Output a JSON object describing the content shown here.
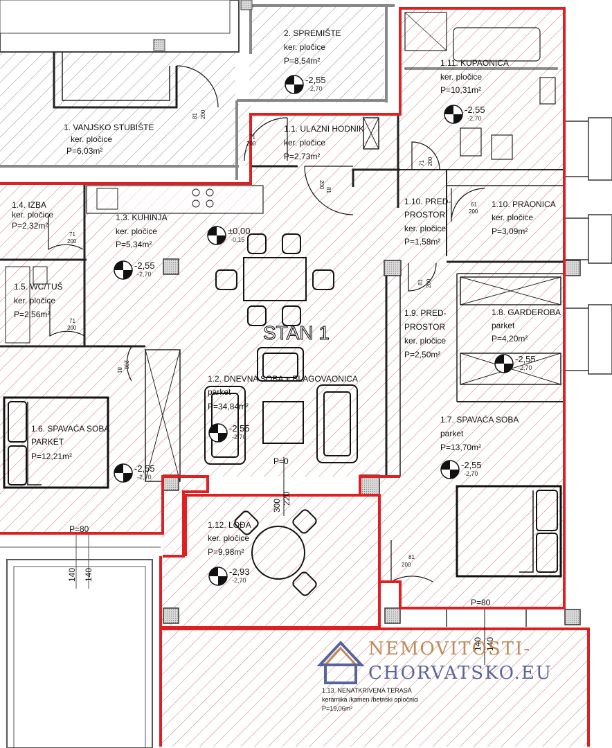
{
  "plan": {
    "apartment_title": "STAN 1",
    "watermark": {
      "line1": "NEMOVITOSTI-",
      "line2": "CHORVATSKO.EU",
      "color_top": "#b5773a",
      "color_bottom": "#3a4a8c"
    },
    "colors": {
      "boundary": "#e02020",
      "wall": "#222222",
      "hatch": "#c9766f"
    },
    "rooms": [
      {
        "id": "r1",
        "name": "1. VANJSKO STUBIŠTE",
        "material": "ker. pločice",
        "area": "P=6,03m²"
      },
      {
        "id": "r2",
        "name": "2. SPREMIŠTE",
        "material": "ker. pločice",
        "area": "P=8,54m²"
      },
      {
        "id": "r11",
        "name": "1.1. ULAZNI HODNIK",
        "material": "ker. pločice",
        "area": "P=2,73m²"
      },
      {
        "id": "r111",
        "name": "1.11. KUPAONICA",
        "material": "ker. pločice",
        "area": "P=10,31m²"
      },
      {
        "id": "r14",
        "name": "1.4. IZBA",
        "material": "ker. pločice",
        "area": "P=2,32m²"
      },
      {
        "id": "r13",
        "name": "1.3. KUHINJA",
        "material": "ker. pločice",
        "area": "P=5,34m²"
      },
      {
        "id": "r110a",
        "name_line1": "1.10. PRED-",
        "name_line2": "PROSTOR",
        "material": "ker. pločice",
        "area": "P=1,58m²"
      },
      {
        "id": "r110b",
        "name": "1.10. PRAONICA",
        "material": "ker. pločice",
        "area": "P=3,09m²"
      },
      {
        "id": "r15",
        "name": "1.5. WC/TUŠ",
        "material": "ker. pločice",
        "area": "P=2,56m²"
      },
      {
        "id": "r19",
        "name_line1": "1.9. PRED-",
        "name_line2": "PROSTOR",
        "material": "ker. pločice",
        "area": "P=2,50m²"
      },
      {
        "id": "r18",
        "name": "1.8. GARDEROBA",
        "material": "parket",
        "area": "P=4,20m²"
      },
      {
        "id": "r12",
        "name": "1.2. DNEVNA SOBA + BLAGOVAONICA",
        "material": "parket",
        "area": "P=34,84m²"
      },
      {
        "id": "r16",
        "name": "1.6. SPAVAĆA SOBA",
        "material": "PARKET",
        "area": "P=12,21m²"
      },
      {
        "id": "r17",
        "name": "1.7. SPAVAĆA SOBA",
        "material": "parket",
        "area": "P=13,70m²"
      },
      {
        "id": "r112",
        "name": "1.12. LOĐA",
        "material": "ker. pločice",
        "area": "P=9,98m²"
      },
      {
        "id": "r113",
        "name": "1.13. NENATKRIVENA TERASA",
        "material": "keramika /kamen /betnski opločnici",
        "area": "P=19,06m²"
      }
    ],
    "levels": {
      "zero_main": "±0,00",
      "zero_sub": "-0,15",
      "main": "-2,55",
      "sub": "-2,70",
      "loggia_main": "-2,93"
    },
    "dimensions": {
      "d81": "81",
      "d200": "200",
      "d71": "71",
      "d61": "61",
      "p80": "P=80",
      "p0": "P=0",
      "d140": "140",
      "d300": "300",
      "d220": "220"
    }
  }
}
